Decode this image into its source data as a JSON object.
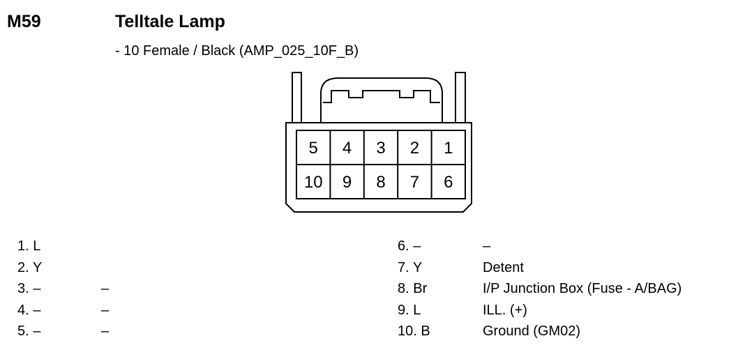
{
  "header": {
    "connector_id": "M59",
    "title": "Telltale Lamp",
    "subtitle": "- 10 Female / Black (AMP_025_10F_B)"
  },
  "connector": {
    "top_row": [
      "5",
      "4",
      "3",
      "2",
      "1"
    ],
    "bottom_row": [
      "10",
      "9",
      "8",
      "7",
      "6"
    ]
  },
  "pins_left": [
    {
      "num": "1. L",
      "desc": ""
    },
    {
      "num": "2. Y",
      "desc": ""
    },
    {
      "num": "3. –",
      "desc": "–"
    },
    {
      "num": "4. –",
      "desc": "–"
    },
    {
      "num": "5. –",
      "desc": "–"
    }
  ],
  "pins_right": [
    {
      "num": "6. –",
      "desc": "–"
    },
    {
      "num": "7. Y",
      "desc": "Detent"
    },
    {
      "num": "8. Br",
      "desc": "I/P Junction Box (Fuse - A/BAG)"
    },
    {
      "num": "9. L",
      "desc": "ILL. (+)"
    },
    {
      "num": "10. B",
      "desc": "Ground (GM02)"
    }
  ]
}
